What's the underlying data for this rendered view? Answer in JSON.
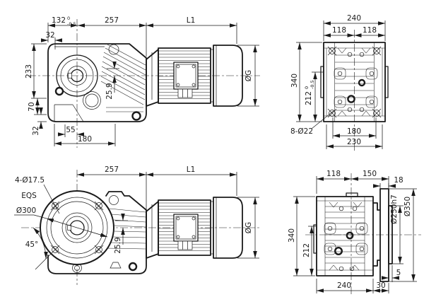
{
  "drawing_type": "engineering-dimension-drawing",
  "component": "helical-bevel gear reducer with motor",
  "colors": {
    "line": "#1a1a1a",
    "background": "#ffffff"
  },
  "views": {
    "side_foot": {
      "title": "side view foot-mounted",
      "dims": {
        "width": {
          "value": "132",
          "tol_upper": "0",
          "tol_lower": "-0.5"
        },
        "gearbox_length": "257",
        "motor_length": "L1",
        "top_step": "32",
        "height": "233",
        "foot_height": "70",
        "foot_thickness": "32",
        "bolt_offset": "55",
        "foot_length": "180",
        "shaft_step": "25.9",
        "motor_diameter": "ØG"
      }
    },
    "rear_foot": {
      "title": "rear view foot-mounted",
      "dims": {
        "overall_width": "240",
        "half_width_left": "118",
        "half_width_right": "118",
        "overall_height": "340",
        "mount_height": {
          "value": "212",
          "tol_upper": "0",
          "tol_lower": "-0.5"
        },
        "holes": "8-Ø22",
        "bolt_spacing": "180",
        "base_width": "230"
      }
    },
    "side_flange": {
      "title": "side view flange-mounted",
      "dims": {
        "flange_holes": "4-Ø17.5",
        "flange_holes_note": "EQS",
        "bolt_circle": "Ø300",
        "hole_angle": "45°",
        "gearbox_length": "257",
        "motor_length": "L1",
        "shaft_step": "25.9",
        "motor_diameter": "ØG"
      }
    },
    "rear_flange": {
      "title": "rear view flange-mounted",
      "dims": {
        "body_width": "118",
        "flange_offset": "150",
        "flange_thickness": "18",
        "overall_height": "340",
        "mount_height": "212",
        "spigot_diameter": "Ø250h7",
        "flange_diameter": "Ø350",
        "spigot_step": "5",
        "base_width": "240",
        "flange_gap": "30"
      }
    }
  }
}
